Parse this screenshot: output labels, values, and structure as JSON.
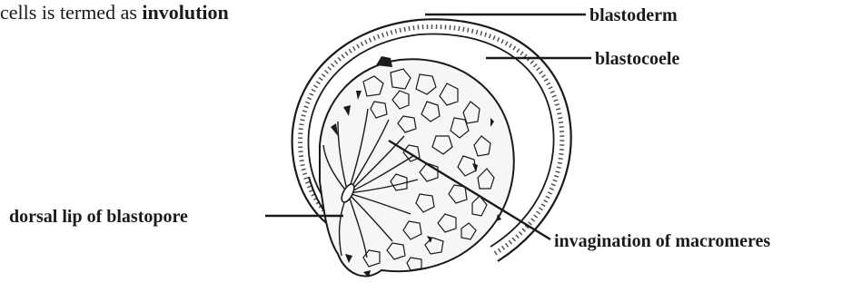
{
  "intro": {
    "prefix": "cells is termed as ",
    "term": "involution"
  },
  "labels": {
    "blastoderm": "blastoderm",
    "blastocoele": "blastocoele",
    "dorsal_lip": "dorsal lip of blastopore",
    "invagination": "invagination of macromeres"
  },
  "colors": {
    "ink": "#1a1a1a",
    "background": "#ffffff"
  }
}
